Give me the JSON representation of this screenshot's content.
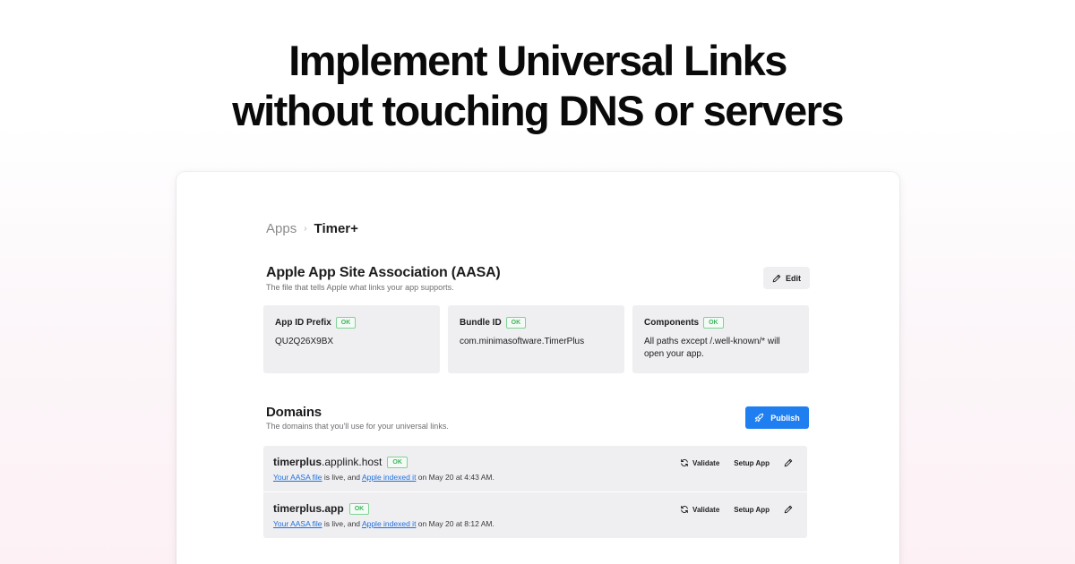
{
  "hero": {
    "line1": "Implement Universal Links",
    "line2": "without touching DNS or servers"
  },
  "breadcrumb": {
    "root": "Apps",
    "separator": "›",
    "current": "Timer+"
  },
  "aasa": {
    "title": "Apple App Site Association (AASA)",
    "subtitle": "The file that tells Apple what links your app supports.",
    "edit_label": "Edit",
    "tiles": [
      {
        "label": "App ID Prefix",
        "status": "OK",
        "value": "QU2Q26X9BX"
      },
      {
        "label": "Bundle ID",
        "status": "OK",
        "value": "com.minimasoftware.TimerPlus"
      },
      {
        "label": "Components",
        "status": "OK",
        "value": "All paths except /.well-known/* will open your app."
      }
    ]
  },
  "domains": {
    "title": "Domains",
    "subtitle": "The domains that you'll use for your universal links.",
    "publish_label": "Publish",
    "rows": [
      {
        "name_bold": "timerplus",
        "name_rest": ".applink.host",
        "status": "OK",
        "link1": "Your AASA file",
        "mid": " is live, and ",
        "link2": "Apple indexed it",
        "tail": " on May 20 at 4:43 AM.",
        "validate_label": "Validate",
        "setup_label": "Setup App"
      },
      {
        "name_bold": "timerplus.app",
        "name_rest": "",
        "status": "OK",
        "link1": "Your AASA file",
        "mid": " is live, and ",
        "link2": "Apple indexed it",
        "tail": " on May 20 at 8:12 AM.",
        "validate_label": "Validate",
        "setup_label": "Setup App"
      }
    ]
  },
  "colors": {
    "accent": "#1f7ff0",
    "ok_green": "#3cb65c",
    "link_blue": "#1f6fe0",
    "tile_bg": "#efeff1"
  }
}
